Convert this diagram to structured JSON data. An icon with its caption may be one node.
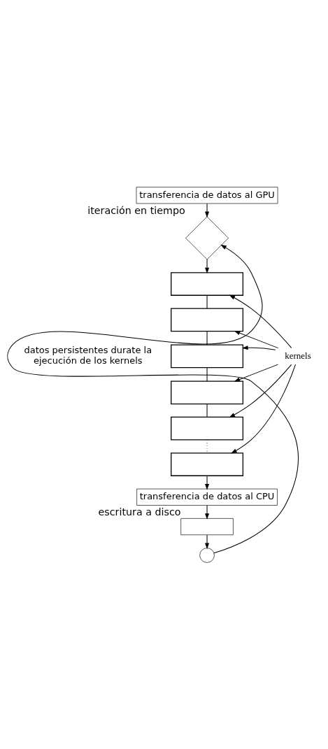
{
  "diagram": {
    "nodes": [
      {
        "text": [
          "transferencia de datos al GPU"
        ]
      },
      {
        "text": [],
        "shape": "diamond",
        "beside": [
          "iteración en tiempo"
        ]
      },
      {
        "text": [],
        "shape": "box"
      },
      {
        "text": [],
        "shape": "box"
      },
      {
        "text": [],
        "shape": "box"
      },
      {
        "text": [],
        "shape": "box"
      },
      {
        "text": [],
        "shape": "box"
      },
      {
        "text": [],
        "shape": "box"
      },
      {
        "text": [
          "kernels"
        ]
      },
      {
        "text": [
          "transferencia de datos al CPU"
        ]
      },
      {
        "text": [],
        "shape": "box",
        "beside": [
          "escritura a disco"
        ]
      },
      {
        "text": [],
        "shape": "circle"
      }
    ],
    "edges": [
      {
        "from": 0,
        "to": 1,
        "arrow": "to"
      },
      {
        "from": 1,
        "to": 2,
        "arrow": "to"
      },
      {
        "from": 2,
        "to": 3,
        "arrow": "none"
      },
      {
        "from": 3,
        "to": 4,
        "arrow": "none"
      },
      {
        "from": 4,
        "to": 5,
        "arrow": "none"
      },
      {
        "from": 5,
        "to": 6,
        "arrow": "none"
      },
      {
        "from": 6,
        "to": 7,
        "arrow": "none",
        "style": "dashed"
      },
      {
        "from": 7,
        "to": 9,
        "arrow": "to"
      },
      {
        "from": 9,
        "to": 10,
        "arrow": "to"
      },
      {
        "from": 10,
        "to": 11,
        "arrow": "to"
      },
      {
        "from": 11,
        "to": 1,
        "arrow": "to"
      },
      {
        "from": 8,
        "to": 2,
        "arrow": "to"
      },
      {
        "from": 8,
        "to": 3,
        "arrow": "to"
      },
      {
        "from": 8,
        "to": 4,
        "arrow": "to"
      },
      {
        "from": 8,
        "to": 5,
        "arrow": "to"
      },
      {
        "from": 8,
        "to": 6,
        "arrow": "to"
      },
      {
        "from": 8,
        "to": 7,
        "arrow": "to"
      }
    ],
    "labels": [
      "datos persistentes durate la ejecución de los kernels"
    ]
  }
}
